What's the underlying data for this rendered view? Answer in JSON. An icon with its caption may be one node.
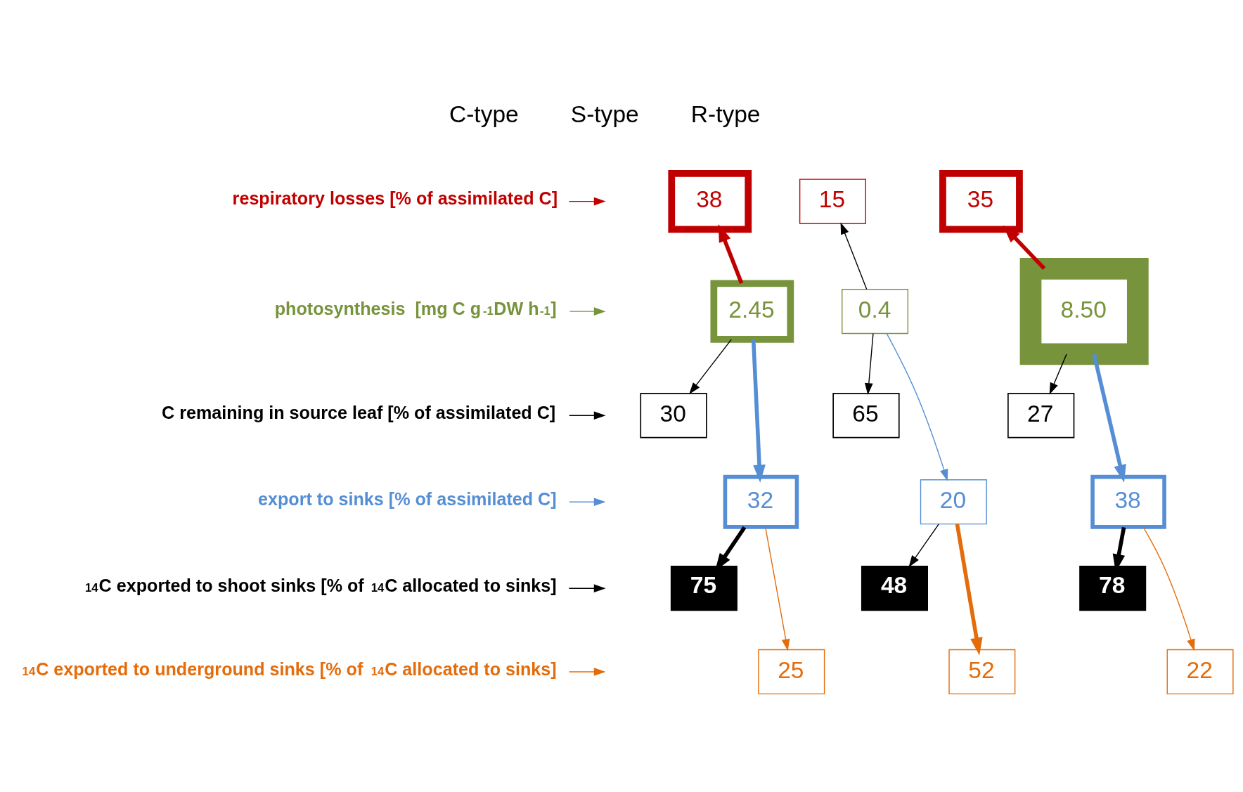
{
  "diagram": {
    "nodes": [
      {
        "text": [
          "respiratory losses [% of assimilated C]"
        ]
      },
      {
        "text": [
          "photosynthesis  [mg C g$^{-1}$DW h$^{-1}$]"
        ]
      },
      {
        "text": [
          "C remaining in source leaf [% of assimilated C]"
        ]
      },
      {
        "text": [
          "export to sinks [% of assimilated C]"
        ]
      },
      {
        "text": [
          "$^{14}$C exported to shoot sinks [% of $^{14}$C allocated to sinks]"
        ]
      },
      {
        "text": [
          "$^{14}$C exported to underground sinks [% of $^{14}$C allocated to sinks]"
        ]
      },
      {
        "text": [
          "38"
        ]
      },
      {
        "text": [
          "2.45"
        ]
      },
      {
        "text": [
          "30"
        ]
      },
      {
        "text": [
          "32"
        ]
      },
      {
        "text": [
          "75"
        ]
      },
      {
        "text": [
          "25"
        ]
      },
      {
        "text": [
          "15"
        ]
      },
      {
        "text": [
          "0.4"
        ]
      },
      {
        "text": [
          "65"
        ]
      },
      {
        "text": [
          "20"
        ]
      },
      {
        "text": [
          "48"
        ]
      },
      {
        "text": [
          "52"
        ]
      },
      {
        "text": [
          "35"
        ]
      },
      {
        "text": [
          "8.50"
        ]
      },
      {
        "text": [
          "27"
        ]
      },
      {
        "text": [
          "38"
        ]
      },
      {
        "text": [
          "78"
        ]
      },
      {
        "text": [
          "22"
        ]
      }
    ],
    "edges": [
      {
        "from": 0,
        "to": null,
        "arrow": "to",
        "color": "#c00000"
      },
      {
        "from": 1,
        "to": null,
        "arrow": "to",
        "color": "#77933c"
      },
      {
        "from": 2,
        "to": null,
        "arrow": "to"
      },
      {
        "from": 3,
        "to": null,
        "arrow": "to",
        "color": "#558ed5"
      },
      {
        "from": 4,
        "to": null,
        "arrow": "to"
      },
      {
        "from": 5,
        "to": null,
        "arrow": "to",
        "color": "#e46c0a"
      },
      {
        "from": 7,
        "to": 6,
        "arrow": "to",
        "style": "thick",
        "color": "#c00000"
      },
      {
        "from": 7,
        "to": 8,
        "arrow": "to"
      },
      {
        "from": 7,
        "to": 9,
        "arrow": "to",
        "style": "thick",
        "color": "#558ed5"
      },
      {
        "from": 9,
        "to": 10,
        "arrow": "to",
        "style": "thick"
      },
      {
        "from": 9,
        "to": 11,
        "arrow": "to",
        "color": "#e46c0a"
      },
      {
        "from": 13,
        "to": 12,
        "arrow": "to"
      },
      {
        "from": 13,
        "to": 14,
        "arrow": "to"
      },
      {
        "from": 13,
        "to": 15,
        "arrow": "to",
        "color": "#558ed5"
      },
      {
        "from": 15,
        "to": 16,
        "arrow": "to"
      },
      {
        "from": 15,
        "to": 17,
        "arrow": "to",
        "style": "thick",
        "color": "#e46c0a"
      },
      {
        "from": 19,
        "to": 18,
        "arrow": "to",
        "style": "thick",
        "color": "#c00000"
      },
      {
        "from": 19,
        "to": 20,
        "arrow": "to"
      },
      {
        "from": 19,
        "to": 21,
        "arrow": "to",
        "style": "thick",
        "color": "#558ed5"
      },
      {
        "from": 21,
        "to": 22,
        "arrow": "to",
        "style": "thick"
      },
      {
        "from": 21,
        "to": 23,
        "arrow": "to",
        "color": "#e46c0a"
      }
    ],
    "labels": [
      "C-type",
      "S-type",
      "R-type"
    ]
  }
}
